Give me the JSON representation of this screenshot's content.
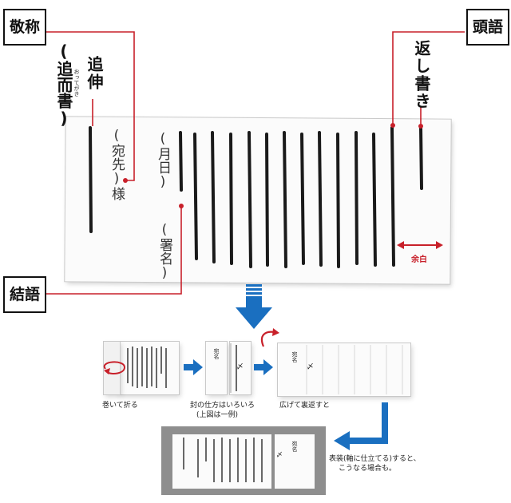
{
  "labels": {
    "keisho": "敬称",
    "togo": "頭語",
    "ketsugo": "結語"
  },
  "annotations": {
    "tsuishin": "追伸",
    "tsuishin_ruby": "おってがき",
    "tsuishin_alt": "(追而書)",
    "kaeshigaki": "返し書き"
  },
  "letter": {
    "addressee": "(宛先)様",
    "date": "(月日)",
    "signature": "(署名)",
    "margin_label": "余白"
  },
  "steps": {
    "fold_caption": "巻いて折る",
    "seal_caption_1": "封の仕方はいろいろ",
    "seal_caption_2": "(上図は一例)",
    "flip_caption": "広げて裏返すと",
    "mount_caption_1": "表装(軸に仕立てる)すると、",
    "mount_caption_2": "こうなる場合も。",
    "envelope_name": "宛名",
    "envelope_seal": "〆"
  },
  "colors": {
    "leader_red": "#c8202a",
    "arrow_blue": "#1a6fc0",
    "ink": "#1a1a1a",
    "mount_gray": "#8e8e8e"
  }
}
